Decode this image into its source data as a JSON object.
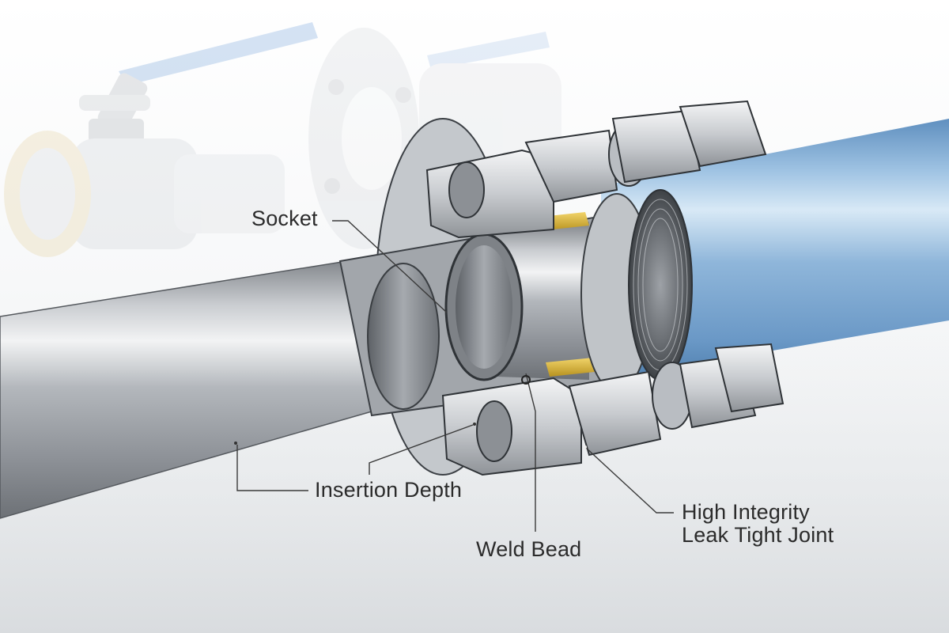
{
  "figure": {
    "subject": "Socket weld pipe joint cutaway illustration",
    "background_items": [
      "ball-valve-threaded",
      "ball-valve-flanged"
    ],
    "colors": {
      "steel_pipe": "#a9adb2",
      "blue_pipe": "#8fb6da",
      "gold_ring": "#d6b23a",
      "valve_handle": "#8fb3e0",
      "valve_thread": "#e9dcb8",
      "label_text": "#2b2b2b",
      "leader_line": "#3a3a3a"
    }
  },
  "labels": {
    "socket": "Socket",
    "insertion_depth": "Insertion Depth",
    "weld_bead": "Weld Bead",
    "joint_line1": "High Integrity",
    "joint_line2": "Leak Tight Joint"
  }
}
